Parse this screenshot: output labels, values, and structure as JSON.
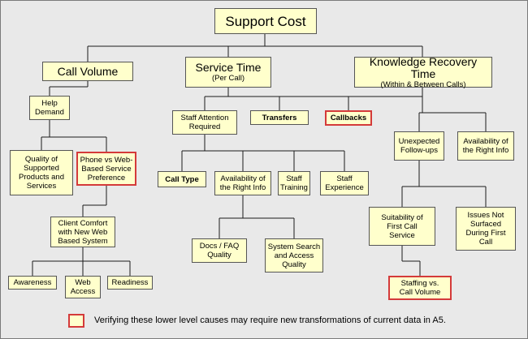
{
  "nodes": [
    {
      "id": "support",
      "lines": [
        "Support Cost"
      ],
      "level": 0
    },
    {
      "id": "callvol",
      "lines": [
        "Call Volume"
      ],
      "level": 1
    },
    {
      "id": "servtime",
      "lines": [
        "Service Time"
      ],
      "sub": "(Per Call)",
      "level": 1
    },
    {
      "id": "knowrec",
      "lines": [
        "Knowledge Recovery Time"
      ],
      "sub": "(Within & Between Calls)",
      "level": 1
    },
    {
      "id": "helpdem",
      "lines": [
        "Help",
        "Demand"
      ]
    },
    {
      "id": "quality",
      "lines": [
        "Quality of",
        "Supported",
        "Products and",
        "Services"
      ]
    },
    {
      "id": "phone",
      "lines": [
        "Phone vs Web-",
        "Based Service",
        "Preference"
      ],
      "highlight": true
    },
    {
      "id": "client",
      "lines": [
        "Client Comfort",
        "with New Web",
        "Based System"
      ]
    },
    {
      "id": "aware",
      "lines": [
        "Awareness"
      ]
    },
    {
      "id": "webacc",
      "lines": [
        "Web",
        "Access"
      ]
    },
    {
      "id": "ready",
      "lines": [
        "Readiness"
      ]
    },
    {
      "id": "staffatt",
      "lines": [
        "Staff Attention",
        "Required"
      ]
    },
    {
      "id": "transfers",
      "lines": [
        "Transfers"
      ],
      "bold": true
    },
    {
      "id": "callbacks",
      "lines": [
        "Callbacks"
      ],
      "bold": true,
      "highlight": true
    },
    {
      "id": "calltype",
      "lines": [
        "Call Type"
      ],
      "bold": true
    },
    {
      "id": "availinfo1",
      "lines": [
        "Availability of",
        "the Right Info"
      ]
    },
    {
      "id": "stafftrain",
      "lines": [
        "Staff",
        "Training"
      ]
    },
    {
      "id": "staffexp",
      "lines": [
        "Staff",
        "Experience"
      ]
    },
    {
      "id": "docsfaq",
      "lines": [
        "Docs / FAQ",
        "Quality"
      ]
    },
    {
      "id": "syssearch",
      "lines": [
        "System Search",
        "and Access",
        "Quality"
      ]
    },
    {
      "id": "unexp",
      "lines": [
        "Unexpected",
        "Follow-ups"
      ]
    },
    {
      "id": "availinfo2",
      "lines": [
        "Availability of",
        "the Right Info"
      ]
    },
    {
      "id": "suit",
      "lines": [
        "Suitability of",
        "First Call",
        "Service"
      ]
    },
    {
      "id": "issues",
      "lines": [
        "Issues Not",
        "Surfaced",
        "During First",
        "Call"
      ]
    },
    {
      "id": "staffing",
      "lines": [
        "Staffing vs.",
        "Call Volume"
      ],
      "highlight": true
    }
  ],
  "legend": {
    "text": "Verifying these lower level causes may require new transformations of current data in A5."
  }
}
